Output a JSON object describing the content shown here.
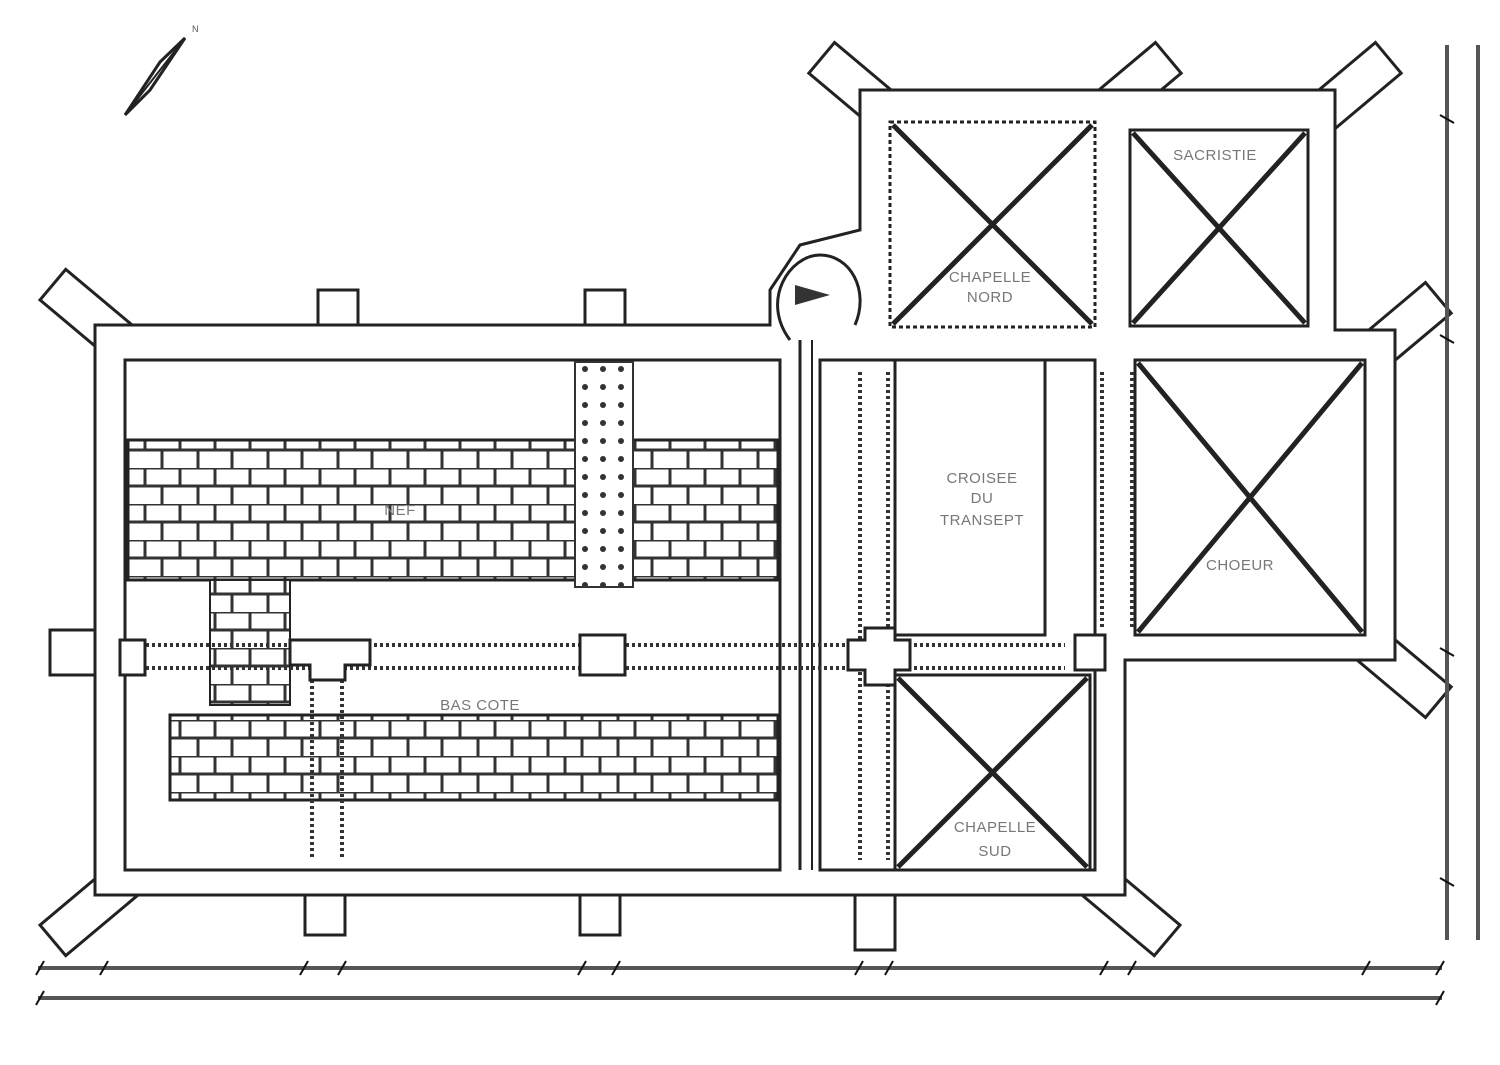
{
  "plan": {
    "rooms": {
      "nef": "NEF",
      "bas_cote": "BAS COTE",
      "croisee_line1": "CROISEE",
      "croisee_line2": "DU",
      "croisee_line3": "TRANSEPT",
      "choeur": "CHOEUR",
      "chapelle_nord_line1": "CHAPELLE",
      "chapelle_nord_line2": "NORD",
      "sacristie": "SACRISTIE",
      "chapelle_sud_line1": "CHAPELLE",
      "chapelle_sud_line2": "SUD"
    },
    "compass_icon": "north-arrow-icon",
    "colors": {
      "line": "#222222",
      "label": "#777777",
      "dimension": "#555555"
    }
  }
}
